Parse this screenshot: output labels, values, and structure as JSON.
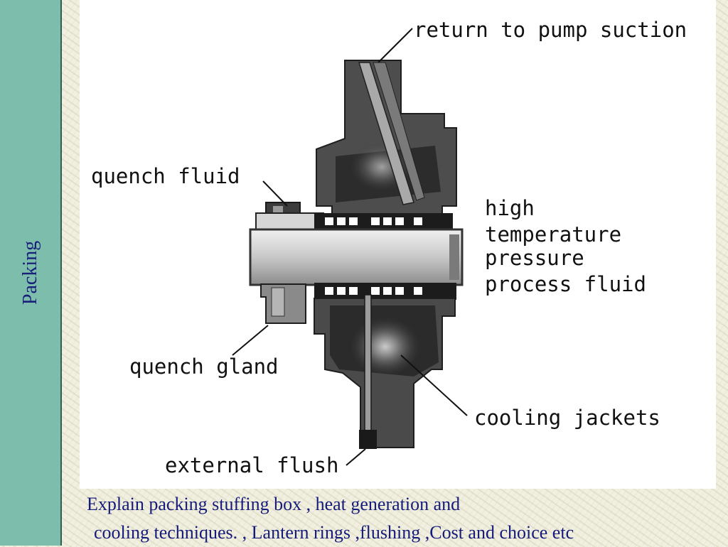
{
  "slide": {
    "side_title": "Packing",
    "caption_line1": "Explain packing stuffing box , heat generation and",
    "caption_line2": "cooling techniques. , Lantern rings ,flushing ,Cost and choice  etc"
  },
  "diagram": {
    "labels": {
      "return": "return to pump suction",
      "quench_fluid": "quench fluid",
      "high": "high",
      "temperature": "temperature",
      "pressure": "pressure",
      "process_fluid": "process fluid",
      "quench_gland": "quench gland",
      "cooling_jackets": "cooling jackets",
      "external_flush": "external flush"
    }
  }
}
